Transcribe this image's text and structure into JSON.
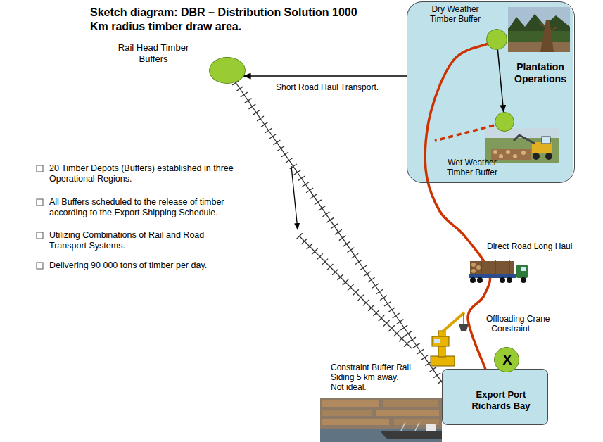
{
  "diagram": {
    "title": "Sketch diagram: DBR – Distribution Solution 1000 Km radius timber draw area.",
    "nodes": [
      {
        "text": [
          "Rail Head Timber Buffers"
        ]
      },
      {
        "text": [
          "Plantation Operations"
        ]
      },
      {
        "text": [
          "Dry Weather Timber Buffer"
        ],
        "in": 1
      },
      {
        "text": [
          "Wet Weather Timber Buffer"
        ],
        "in": 1
      },
      {
        "text": [
          "Offloading Crane - Constraint",
          "X"
        ]
      },
      {
        "text": [
          "Export Port Richards Bay"
        ]
      }
    ],
    "edges": [
      {
        "from": 1,
        "to": 0,
        "arrow": "to",
        "label": "Short Road Haul Transport."
      },
      {
        "from": 2,
        "to": 3,
        "arrow": "to"
      },
      {
        "from": 2,
        "to": 5,
        "arrow": "none"
      },
      {
        "from": 0,
        "to": 5,
        "arrow": "none"
      }
    ],
    "labels": [
      "Direct Road Long Haul",
      "Constraint Buffer Rail Siding 5 km away. Not ideal.",
      "20 Timber Depots (Buffers) established in three Operational Regions.",
      "All Buffers scheduled to the release of timber according to the Export Shipping Schedule.",
      "Utilizing Combinations of Rail and Road Transport Systems.",
      "Delivering 90 000 tons of timber per day."
    ]
  }
}
